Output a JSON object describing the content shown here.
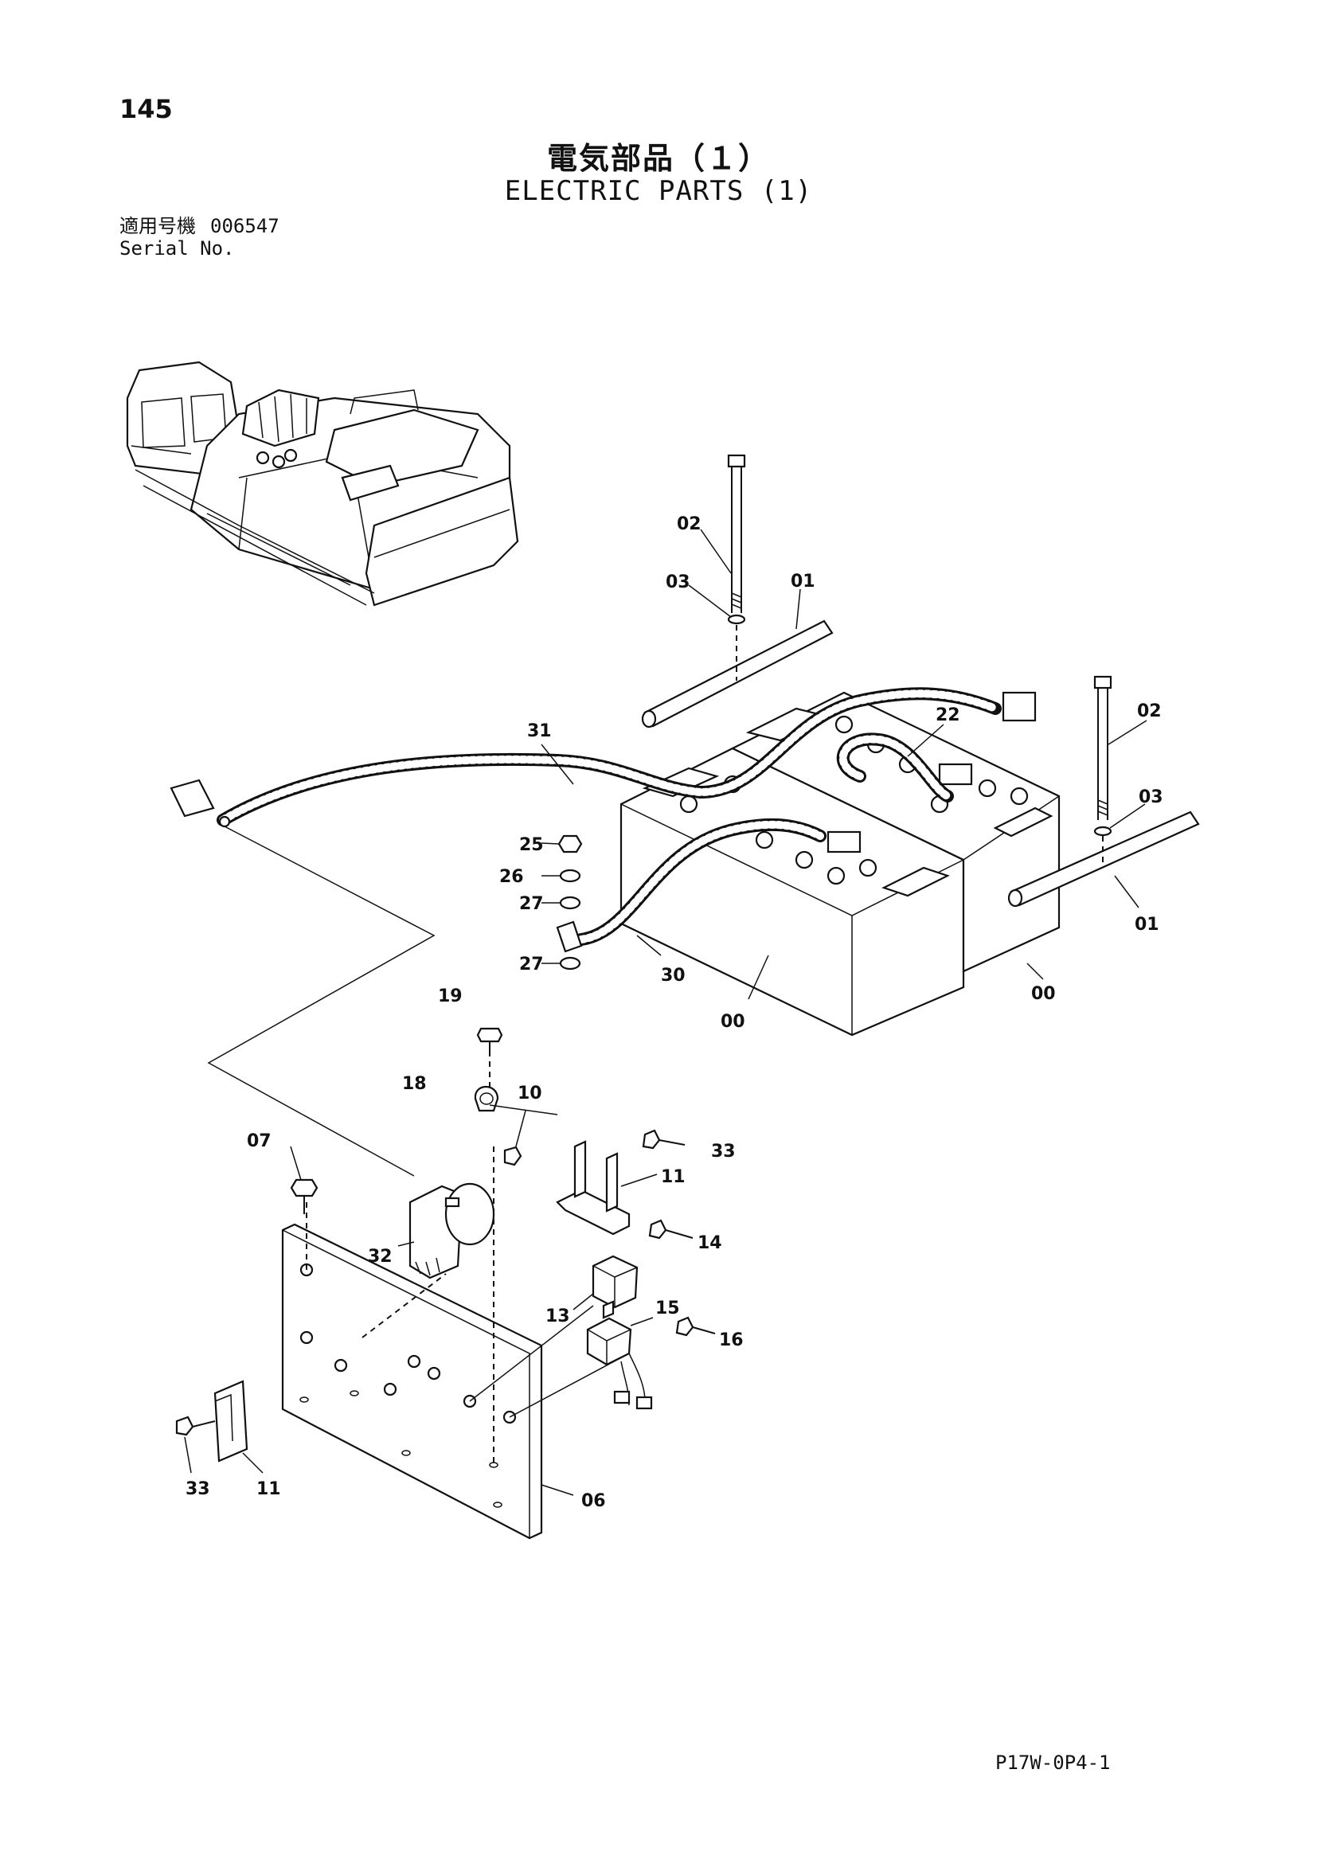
{
  "header": {
    "page_number": "145",
    "title_jp": "電気部品（１）",
    "title_en": "ELECTRIC PARTS (1)",
    "serial_label_jp": "適用号機",
    "serial_value": "006547",
    "serial_label_en": "Serial No."
  },
  "footer": {
    "code": "P17W-0P4-1"
  },
  "part_labels": {
    "p00a": "00",
    "p00b": "00",
    "p01a": "01",
    "p01b": "01",
    "p02a": "02",
    "p02b": "02",
    "p03a": "03",
    "p03b": "03",
    "p06": "06",
    "p07": "07",
    "p10": "10",
    "p11a": "11",
    "p11b": "11",
    "p13": "13",
    "p14": "14",
    "p15": "15",
    "p16": "16",
    "p18": "18",
    "p19": "19",
    "p22": "22",
    "p25": "25",
    "p26": "26",
    "p27a": "27",
    "p27b": "27",
    "p30": "30",
    "p31": "31",
    "p32": "32",
    "p33a": "33",
    "p33b": "33"
  }
}
